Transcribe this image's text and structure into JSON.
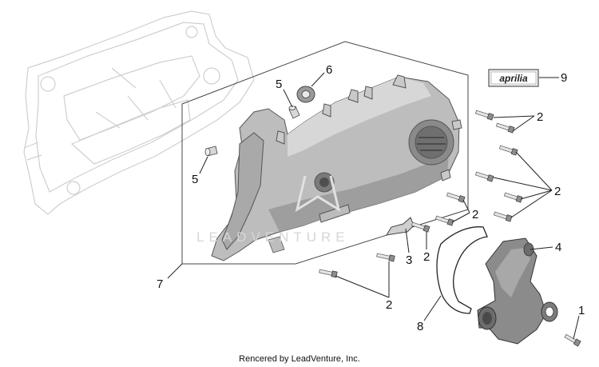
{
  "callouts": [
    "1",
    "2",
    "3",
    "4",
    "5",
    "6",
    "7",
    "8",
    "9"
  ],
  "brand_label": "aprilia",
  "watermark": "LEADVENTURE",
  "credit": "Rencered by LeadVenture, Inc."
}
